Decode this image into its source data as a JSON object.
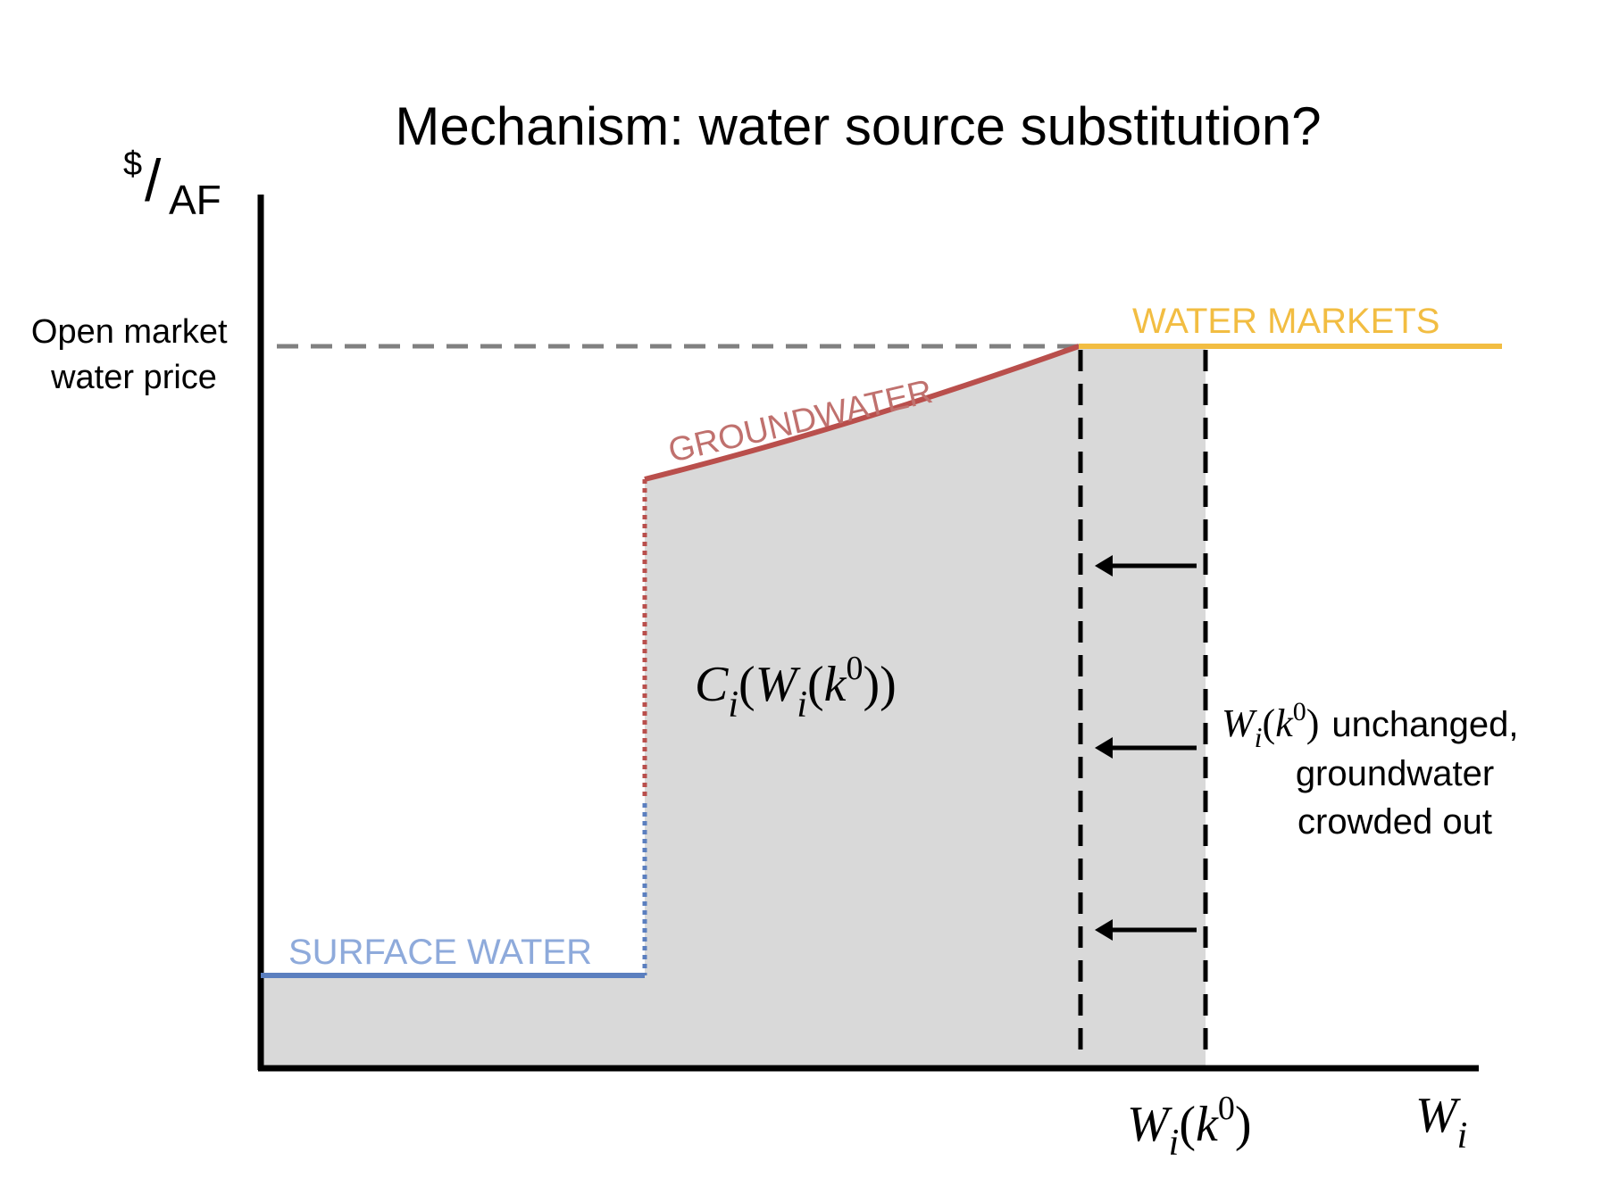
{
  "title": "Mechanism: water source substitution?",
  "y_axis": {
    "label_numerator": "$",
    "label_slash": "/",
    "label_denominator": "AF",
    "price_label_line1": "Open market",
    "price_label_line2": "water price"
  },
  "x_axis": {
    "label_var": "W",
    "label_sub": "i",
    "quantity_var": "W",
    "quantity_sub": "i",
    "quantity_arg": "k",
    "quantity_sup": "0"
  },
  "segments": {
    "surface": {
      "label": "SURFACE WATER",
      "color": "#5b7fbf",
      "label_color": "#8eaadb"
    },
    "groundwater": {
      "label": "GROUNDWATER",
      "color": "#b94f4c",
      "label_color": "#c0716e"
    },
    "markets": {
      "label": "WATER MARKETS",
      "color": "#f2bd42",
      "label_color": "#f2bd42"
    }
  },
  "area": {
    "fill": "#d9d9d9",
    "label_func": "C",
    "label_func_sub": "i",
    "label_var": "W",
    "label_var_sub": "i",
    "label_arg": "k",
    "label_sup": "0"
  },
  "annotation": {
    "var": "W",
    "var_sub": "i",
    "arg": "k",
    "sup": "0",
    "line1_text": "unchanged,",
    "line2": "groundwater",
    "line3": "crowded out"
  },
  "colors": {
    "axis": "#000000",
    "dashed_price": "#808080",
    "arrow": "#000000"
  }
}
